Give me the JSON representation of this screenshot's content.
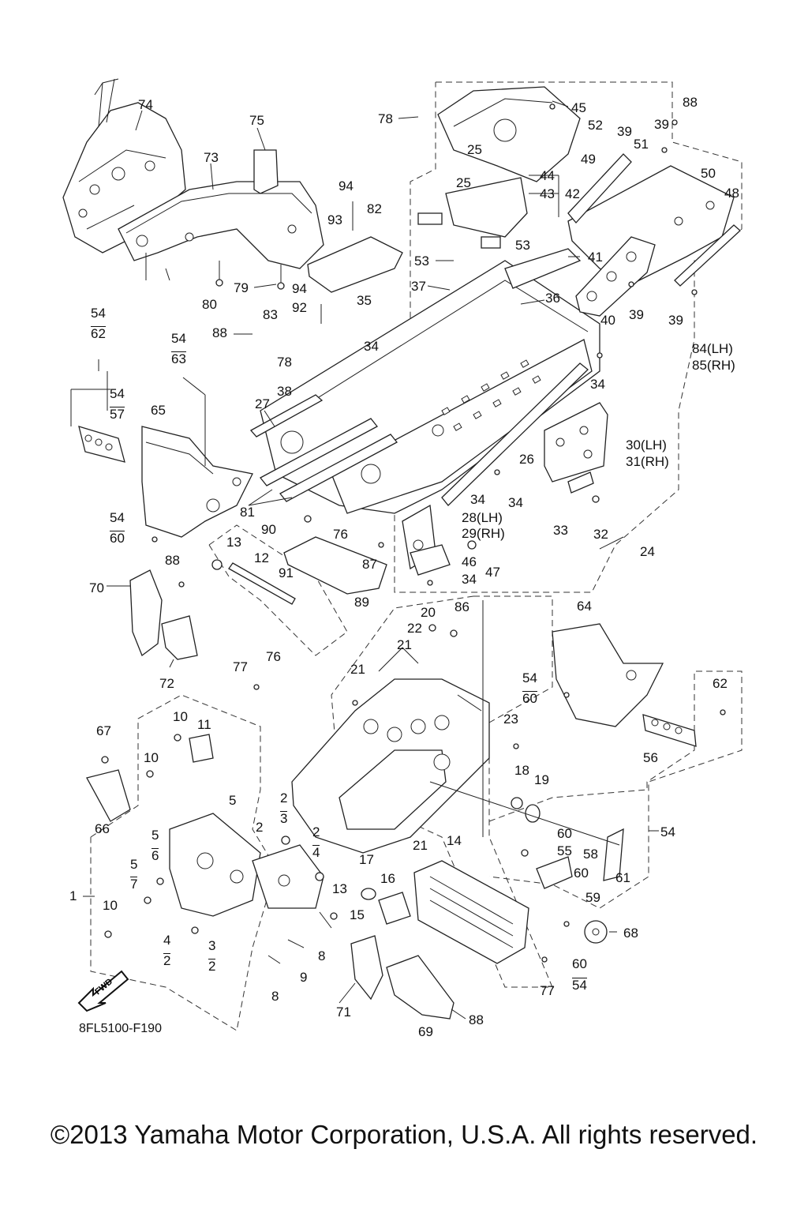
{
  "diagram_code": "8FL5100-F190",
  "copyright": "©2013 Yamaha Motor Corporation, U.S.A. All rights reserved.",
  "fwd_label": "FWD",
  "callouts": [
    {
      "id": "c74",
      "text": "74"
    },
    {
      "id": "c75",
      "text": "75"
    },
    {
      "id": "c73",
      "text": "73"
    },
    {
      "id": "c78a",
      "text": "78"
    },
    {
      "id": "c45",
      "text": "45"
    },
    {
      "id": "c88a",
      "text": "88"
    },
    {
      "id": "c52",
      "text": "52"
    },
    {
      "id": "c39a",
      "text": "39"
    },
    {
      "id": "c39b",
      "text": "39"
    },
    {
      "id": "c51",
      "text": "51"
    },
    {
      "id": "c49",
      "text": "49"
    },
    {
      "id": "c50",
      "text": "50"
    },
    {
      "id": "c48",
      "text": "48"
    },
    {
      "id": "c44",
      "text": "44"
    },
    {
      "id": "c43",
      "text": "43"
    },
    {
      "id": "c42",
      "text": "42"
    },
    {
      "id": "c25a",
      "text": "25"
    },
    {
      "id": "c25b",
      "text": "25"
    },
    {
      "id": "c94a",
      "text": "94"
    },
    {
      "id": "c82",
      "text": "82"
    },
    {
      "id": "c93",
      "text": "93"
    },
    {
      "id": "c53a",
      "text": "53"
    },
    {
      "id": "c53b",
      "text": "53"
    },
    {
      "id": "c41",
      "text": "41"
    },
    {
      "id": "c37",
      "text": "37"
    },
    {
      "id": "c36",
      "text": "36"
    },
    {
      "id": "c40",
      "text": "40"
    },
    {
      "id": "c39c",
      "text": "39"
    },
    {
      "id": "c39d",
      "text": "39"
    },
    {
      "id": "c84",
      "text": "84(LH)"
    },
    {
      "id": "c85",
      "text": "85(RH)"
    },
    {
      "id": "c80",
      "text": "80"
    },
    {
      "id": "c79",
      "text": "79"
    },
    {
      "id": "c94b",
      "text": "94"
    },
    {
      "id": "c92",
      "text": "92"
    },
    {
      "id": "c35",
      "text": "35"
    },
    {
      "id": "c83",
      "text": "83"
    },
    {
      "id": "c88b",
      "text": "88"
    },
    {
      "id": "c34a",
      "text": "34"
    },
    {
      "id": "c78b",
      "text": "78"
    },
    {
      "id": "c34b",
      "text": "34"
    },
    {
      "id": "c54a",
      "text": "54"
    },
    {
      "id": "c62a",
      "text": "62"
    },
    {
      "id": "c54b",
      "text": "54"
    },
    {
      "id": "c63",
      "text": "63"
    },
    {
      "id": "c54c",
      "text": "54"
    },
    {
      "id": "c57",
      "text": "57"
    },
    {
      "id": "c65",
      "text": "65"
    },
    {
      "id": "c38",
      "text": "38"
    },
    {
      "id": "c27",
      "text": "27"
    },
    {
      "id": "c30",
      "text": "30(LH)"
    },
    {
      "id": "c31",
      "text": "31(RH)"
    },
    {
      "id": "c26",
      "text": "26"
    },
    {
      "id": "c34c",
      "text": "34"
    },
    {
      "id": "c34d",
      "text": "34"
    },
    {
      "id": "c81",
      "text": "81"
    },
    {
      "id": "c28",
      "text": "28(LH)"
    },
    {
      "id": "c29",
      "text": "29(RH)"
    },
    {
      "id": "c33",
      "text": "33"
    },
    {
      "id": "c32",
      "text": "32"
    },
    {
      "id": "c54d",
      "text": "54"
    },
    {
      "id": "c60a",
      "text": "60"
    },
    {
      "id": "c90",
      "text": "90"
    },
    {
      "id": "c76a",
      "text": "76"
    },
    {
      "id": "c13a",
      "text": "13"
    },
    {
      "id": "c12",
      "text": "12"
    },
    {
      "id": "c91",
      "text": "91"
    },
    {
      "id": "c87",
      "text": "87"
    },
    {
      "id": "c46",
      "text": "46"
    },
    {
      "id": "c47",
      "text": "47"
    },
    {
      "id": "c34e",
      "text": "34"
    },
    {
      "id": "c24",
      "text": "24"
    },
    {
      "id": "c88c",
      "text": "88"
    },
    {
      "id": "c70",
      "text": "70"
    },
    {
      "id": "c89",
      "text": "89"
    },
    {
      "id": "c20",
      "text": "20"
    },
    {
      "id": "c86",
      "text": "86"
    },
    {
      "id": "c64",
      "text": "64"
    },
    {
      "id": "c22",
      "text": "22"
    },
    {
      "id": "c21a",
      "text": "21"
    },
    {
      "id": "c72",
      "text": "72"
    },
    {
      "id": "c77a",
      "text": "77"
    },
    {
      "id": "c76b",
      "text": "76"
    },
    {
      "id": "c21b",
      "text": "21"
    },
    {
      "id": "c54e",
      "text": "54"
    },
    {
      "id": "c60b",
      "text": "60"
    },
    {
      "id": "c62b",
      "text": "62"
    },
    {
      "id": "c23",
      "text": "23"
    },
    {
      "id": "c67",
      "text": "67"
    },
    {
      "id": "c10a",
      "text": "10"
    },
    {
      "id": "c11",
      "text": "11"
    },
    {
      "id": "c56",
      "text": "56"
    },
    {
      "id": "c10b",
      "text": "10"
    },
    {
      "id": "c18",
      "text": "18"
    },
    {
      "id": "c19",
      "text": "19"
    },
    {
      "id": "c5a",
      "text": "5"
    },
    {
      "id": "c2a",
      "text": "2"
    },
    {
      "id": "c3a",
      "text": "3"
    },
    {
      "id": "c2b",
      "text": "2"
    },
    {
      "id": "c66",
      "text": "66"
    },
    {
      "id": "c2c",
      "text": "2"
    },
    {
      "id": "c4a",
      "text": "4"
    },
    {
      "id": "c5b",
      "text": "5"
    },
    {
      "id": "c6",
      "text": "6"
    },
    {
      "id": "c54f",
      "text": "54"
    },
    {
      "id": "c60c",
      "text": "60"
    },
    {
      "id": "c55",
      "text": "55"
    },
    {
      "id": "c58",
      "text": "58"
    },
    {
      "id": "c5c",
      "text": "5"
    },
    {
      "id": "c7",
      "text": "7"
    },
    {
      "id": "c17",
      "text": "17"
    },
    {
      "id": "c14",
      "text": "14"
    },
    {
      "id": "c21c",
      "text": "21"
    },
    {
      "id": "c60d",
      "text": "60"
    },
    {
      "id": "c61",
      "text": "61"
    },
    {
      "id": "c1",
      "text": "1"
    },
    {
      "id": "c16",
      "text": "16"
    },
    {
      "id": "c13b",
      "text": "13"
    },
    {
      "id": "c59",
      "text": "59"
    },
    {
      "id": "c10c",
      "text": "10"
    },
    {
      "id": "c15",
      "text": "15"
    },
    {
      "id": "c68",
      "text": "68"
    },
    {
      "id": "c4b",
      "text": "4"
    },
    {
      "id": "c2d",
      "text": "2"
    },
    {
      "id": "c3b",
      "text": "3"
    },
    {
      "id": "c2e",
      "text": "2"
    },
    {
      "id": "c8a",
      "text": "8"
    },
    {
      "id": "c9",
      "text": "9"
    },
    {
      "id": "c60e",
      "text": "60"
    },
    {
      "id": "c54g",
      "text": "54"
    },
    {
      "id": "c77b",
      "text": "77"
    },
    {
      "id": "c8b",
      "text": "8"
    },
    {
      "id": "c71",
      "text": "71"
    },
    {
      "id": "c88d",
      "text": "88"
    },
    {
      "id": "c69",
      "text": "69"
    }
  ]
}
